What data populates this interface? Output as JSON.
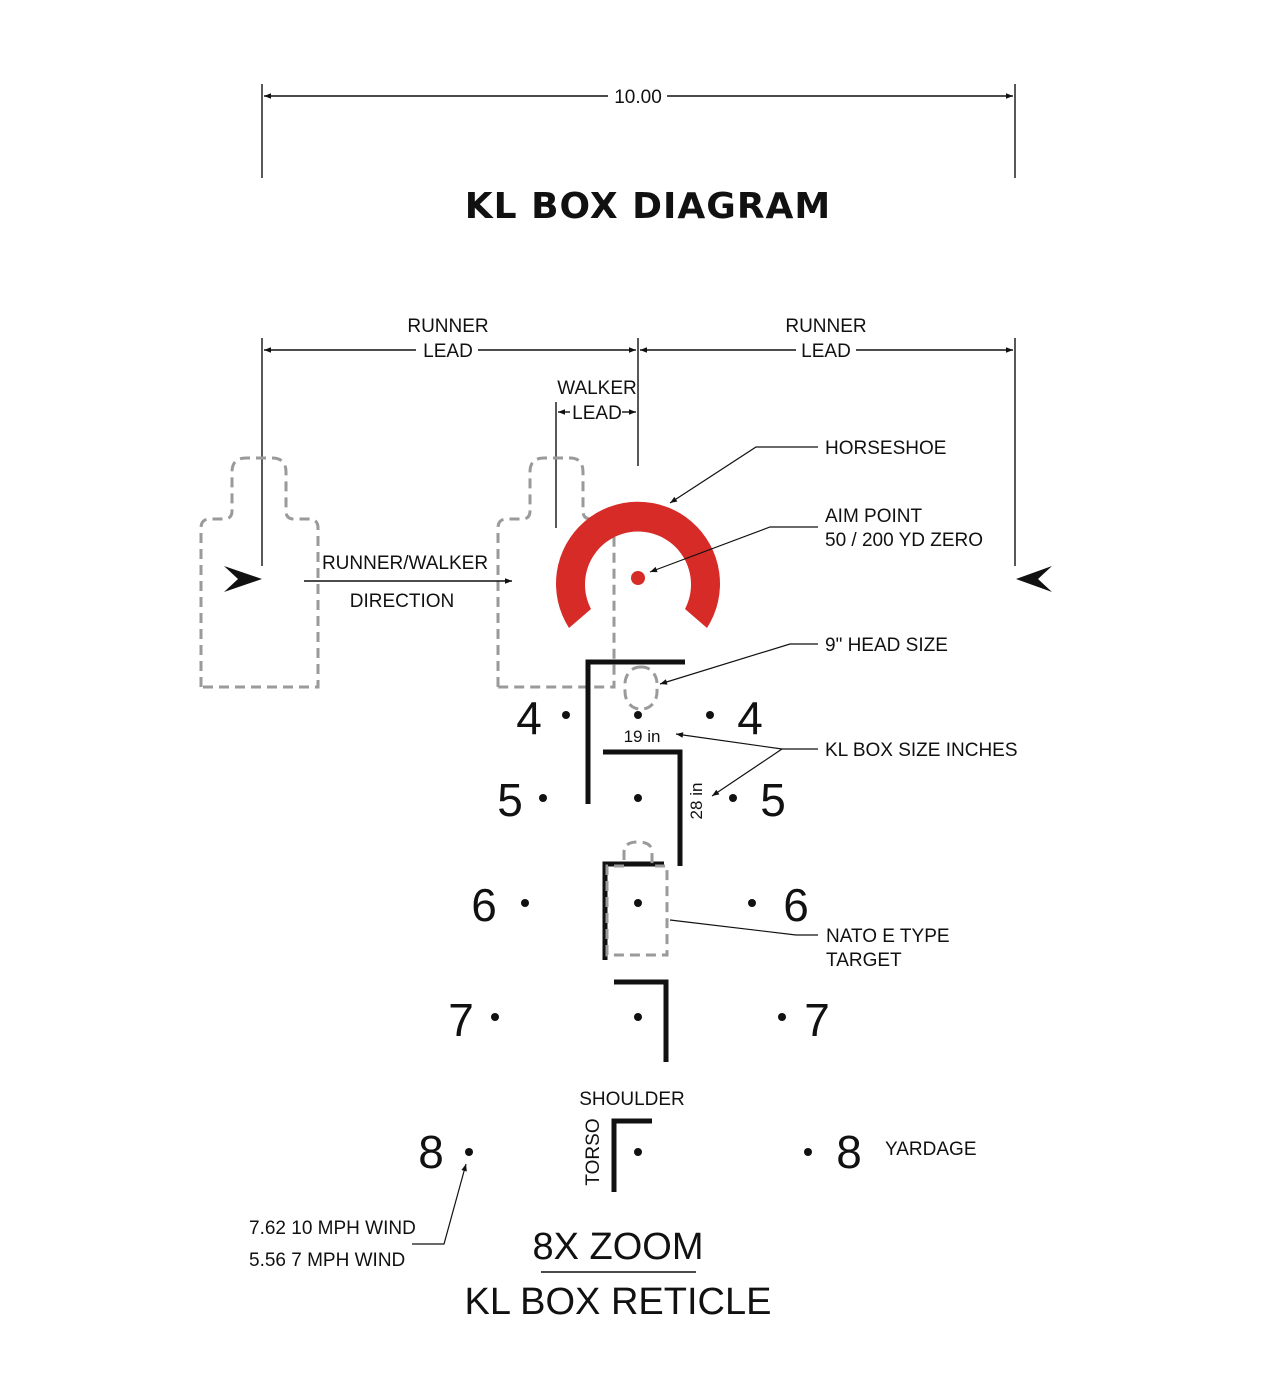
{
  "colors": {
    "accent": "#d62b27",
    "ink": "#111111",
    "target_outline": "#9a9a9a"
  },
  "header": {
    "width_dimension": "10.00",
    "title": "KL BOX DIAGRAM"
  },
  "leads": {
    "runner_left": {
      "line1": "RUNNER",
      "line2": "LEAD"
    },
    "runner_right": {
      "line1": "RUNNER",
      "line2": "LEAD"
    },
    "walker": {
      "line1": "WALKER",
      "line2": "LEAD"
    },
    "direction": {
      "line1": "RUNNER/WALKER",
      "line2": "DIRECTION"
    }
  },
  "callouts": {
    "horseshoe": "HORSESHOE",
    "aim_point_line1": "AIM POINT",
    "aim_point_line2": "50 / 200 YD ZERO",
    "head_size": "9\" HEAD SIZE",
    "box_size": "KL BOX SIZE INCHES",
    "box_width": "19 in",
    "box_height": "28 in",
    "nato_line1": "NATO E TYPE",
    "nato_line2": "TARGET",
    "shoulder": "SHOULDER",
    "torso": "TORSO",
    "yardage": "YARDAGE",
    "wind_762": "7.62 10 MPH WIND",
    "wind_556": "5.56  7 MPH WIND"
  },
  "yardage_rows": [
    {
      "left": "4",
      "right": "4"
    },
    {
      "left": "5",
      "right": "5"
    },
    {
      "left": "6",
      "right": "6"
    },
    {
      "left": "7",
      "right": "7"
    },
    {
      "left": "8",
      "right": "8"
    }
  ],
  "footer": {
    "zoom": "8X ZOOM",
    "reticle": "KL BOX RETICLE"
  }
}
